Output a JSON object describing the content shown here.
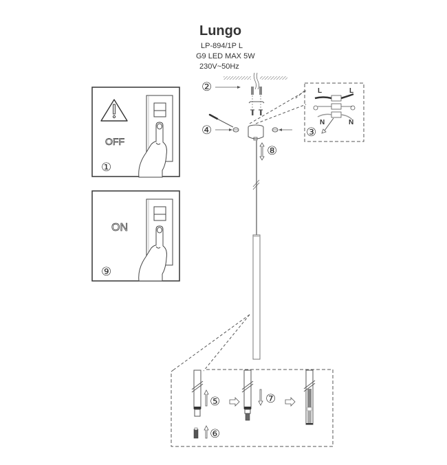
{
  "product": {
    "name": "Lungo",
    "model": "LP-894/1P L",
    "bulb": "G9 LED MAX 5W",
    "voltage": "230V~50Hz"
  },
  "panels": {
    "off_panel": {
      "label": "OFF",
      "step": "①"
    },
    "on_panel": {
      "label": "ON",
      "step": "⑨"
    }
  },
  "steps": {
    "s2": "②",
    "s3": "③",
    "s4": "④",
    "s5": "⑤",
    "s6": "⑥",
    "s7": "⑦",
    "s8": "⑧"
  },
  "wiring": {
    "live_left": "L",
    "live_right": "L",
    "neutral_left": "N",
    "neutral_right": "N"
  },
  "colors": {
    "line": "#555555",
    "dark": "#333333",
    "gray_fill": "#9a9a9a"
  }
}
